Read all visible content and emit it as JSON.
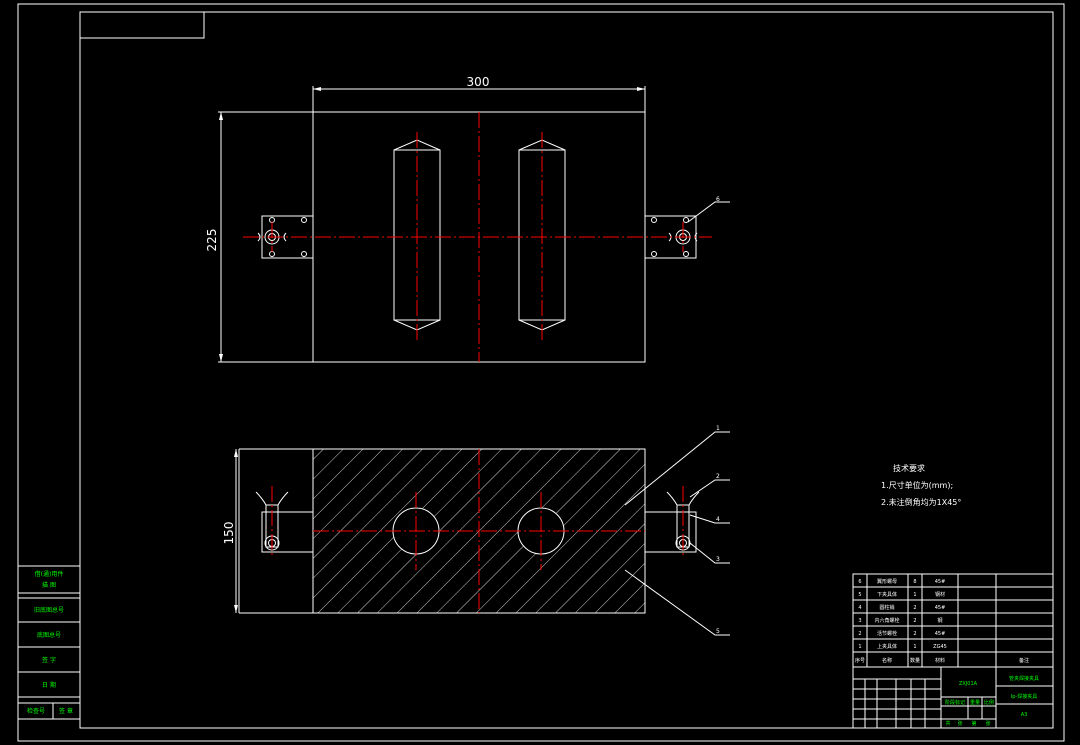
{
  "drawing": {
    "colors": {
      "background": "#000000",
      "outline": "#ffffff",
      "centerline": "#ff0000",
      "table_text": "#00ff00",
      "dimension": "#ffffff",
      "hatch": "#ffffff"
    },
    "dimensions": {
      "top_width": "300",
      "top_height": "225",
      "front_height": "150"
    },
    "balloons": {
      "top_view": [
        "6"
      ],
      "front_view": [
        "1",
        "2",
        "4",
        "3",
        "5"
      ]
    },
    "tech_notes": {
      "title": "技术要求",
      "lines": [
        "1.尺寸单位为(mm);",
        "2.未注倒角均为1X45°"
      ]
    },
    "left_strip": [
      "借(通)用件",
      "描 图",
      "旧底图总号",
      "底图总号",
      "签 字",
      "日 期",
      "检查号",
      "签 章"
    ],
    "bom": [
      {
        "no": "6",
        "name": "翼形螺母",
        "qty": "8",
        "material": "45#"
      },
      {
        "no": "5",
        "name": "下夹具体",
        "qty": "1",
        "material": "钢材"
      },
      {
        "no": "4",
        "name": "圆柱销",
        "qty": "2",
        "material": "45#"
      },
      {
        "no": "3",
        "name": "内六角螺栓",
        "qty": "2",
        "material": "钢"
      },
      {
        "no": "2",
        "name": "活节螺栓",
        "qty": "2",
        "material": "45#"
      },
      {
        "no": "1",
        "name": "上夹具体",
        "qty": "1",
        "material": "ZG45"
      }
    ],
    "bom_header": {
      "no": "序号",
      "name": "名称",
      "qty": "数量",
      "material": "材料",
      "remark": "备注"
    },
    "title_block": {
      "drawing_no": "ZXJ01A",
      "title": "管夹焊接夹具",
      "subtitle": "Ip-焊接夹具",
      "scale_row": [
        "阶段标记",
        "重量",
        "比例"
      ],
      "sheet": "A3",
      "sheet_row": [
        "共",
        "张",
        "第",
        "张"
      ]
    }
  }
}
